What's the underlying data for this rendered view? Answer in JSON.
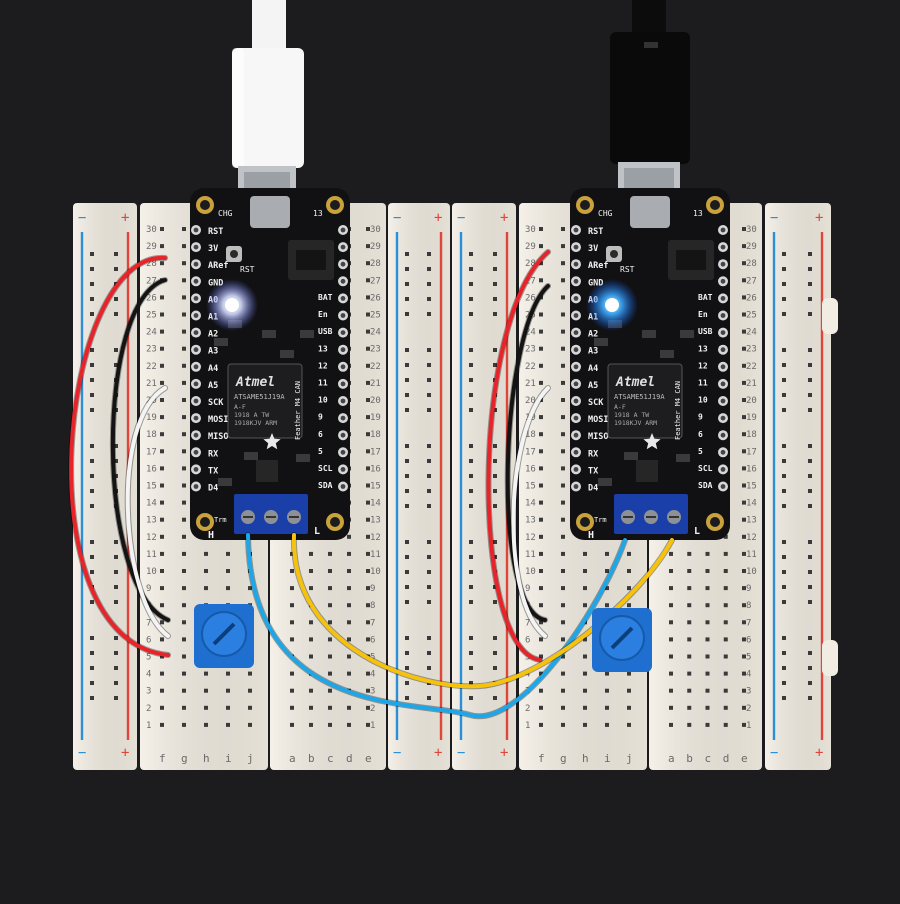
{
  "boards": [
    {
      "chip_brand": "Atmel",
      "chip_part": "ATSAME51J19A",
      "chip_lines": [
        "A-F",
        "1918 A TW",
        "1918KJV ARM"
      ],
      "silk_name": "Feather M4 CAN",
      "silk_left_pins": [
        "RST",
        "3V",
        "ARef",
        "GND",
        "A0",
        "A1",
        "A2",
        "A3",
        "A4",
        "A5",
        "SCK",
        "MOSI",
        "MISO",
        "RX",
        "TX",
        "D4"
      ],
      "silk_right_pins": [
        "BAT",
        "En",
        "USB",
        "13",
        "12",
        "11",
        "10",
        "9",
        "6",
        "5",
        "SCL",
        "SDA"
      ],
      "label_chg": "CHG",
      "label_13": "13",
      "label_rst": "RST",
      "label_h": "H",
      "label_l": "L",
      "label_term": "Trm"
    },
    {
      "chip_brand": "Atmel",
      "chip_part": "ATSAME51J19A",
      "chip_lines": [
        "A-F",
        "1918 A TW",
        "1918KJV ARM"
      ],
      "silk_name": "Feather M4 CAN",
      "silk_left_pins": [
        "RST",
        "3V",
        "ARef",
        "GND",
        "A0",
        "A1",
        "A2",
        "A3",
        "A4",
        "A5",
        "SCK",
        "MOSI",
        "MISO",
        "RX",
        "TX",
        "D4"
      ],
      "silk_right_pins": [
        "BAT",
        "En",
        "USB",
        "13",
        "12",
        "11",
        "10",
        "9",
        "6",
        "5",
        "SCL",
        "SDA"
      ],
      "label_chg": "CHG",
      "label_13": "13",
      "label_rst": "RST",
      "label_h": "H",
      "label_l": "L",
      "label_term": "Trm"
    }
  ],
  "breadboard": {
    "row_numbers": [
      "30",
      "29",
      "28",
      "27",
      "26",
      "25",
      "24",
      "23",
      "22",
      "21",
      "20",
      "19",
      "18",
      "17",
      "16",
      "15",
      "14",
      "13",
      "12",
      "11",
      "10",
      "9",
      "8",
      "7",
      "6",
      "5",
      "4",
      "3",
      "2",
      "1"
    ],
    "columns_left": [
      "f",
      "g",
      "h",
      "i",
      "j"
    ],
    "columns_right": [
      "a",
      "b",
      "c",
      "d",
      "e"
    ],
    "rail_minus": "−",
    "rail_plus": "+"
  },
  "colors": {
    "background": "#1c1c1e",
    "breadboard": "#f2ede2",
    "rail_red": "#e0443a",
    "rail_blue": "#2a8fd6",
    "pcb": "#111114",
    "led_white": "#e8ecff",
    "led_blue": "#3aa4ff",
    "wire_red": "#e8242a",
    "wire_black": "#141414",
    "wire_white": "#f4f4f4",
    "wire_yellow": "#f7c20a",
    "wire_cyan": "#1ea7e8",
    "pot_blue": "#1e6fd0",
    "terminal_blue": "#1b3fa8"
  },
  "icons": [
    "usb-c-cable-icon",
    "potentiometer-icon",
    "screw-terminal-icon",
    "adafruit-star-icon"
  ]
}
